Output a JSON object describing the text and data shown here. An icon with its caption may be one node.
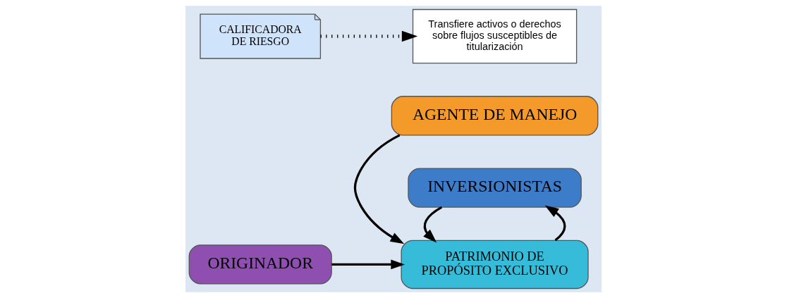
{
  "diagram": {
    "nodes": [
      {
        "text": [
          "AGENTE DE MANEJO"
        ]
      },
      {
        "text": [
          "ORIGINADOR"
        ]
      },
      {
        "text": [
          "PATRIMONIO DE PROPÓSITO EXCLUSIVO"
        ]
      },
      {
        "text": [
          "Transfiere activos o derechos sobre flujos susceptibles de titularización"
        ]
      },
      {
        "text": [
          "CALIFICADORA DE RIESGO"
        ]
      },
      {
        "text": [
          "INVERSIONISTAS"
        ]
      }
    ],
    "edges": [
      {
        "from": 0,
        "to": 2,
        "arrow": "to"
      },
      {
        "from": 1,
        "to": 2,
        "arrow": "to"
      },
      {
        "from": 2,
        "to": 5,
        "arrow": "to"
      },
      {
        "from": 5,
        "to": 2,
        "arrow": "to"
      },
      {
        "from": 4,
        "to": 3,
        "arrow": "to",
        "style": "dashed"
      }
    ]
  }
}
